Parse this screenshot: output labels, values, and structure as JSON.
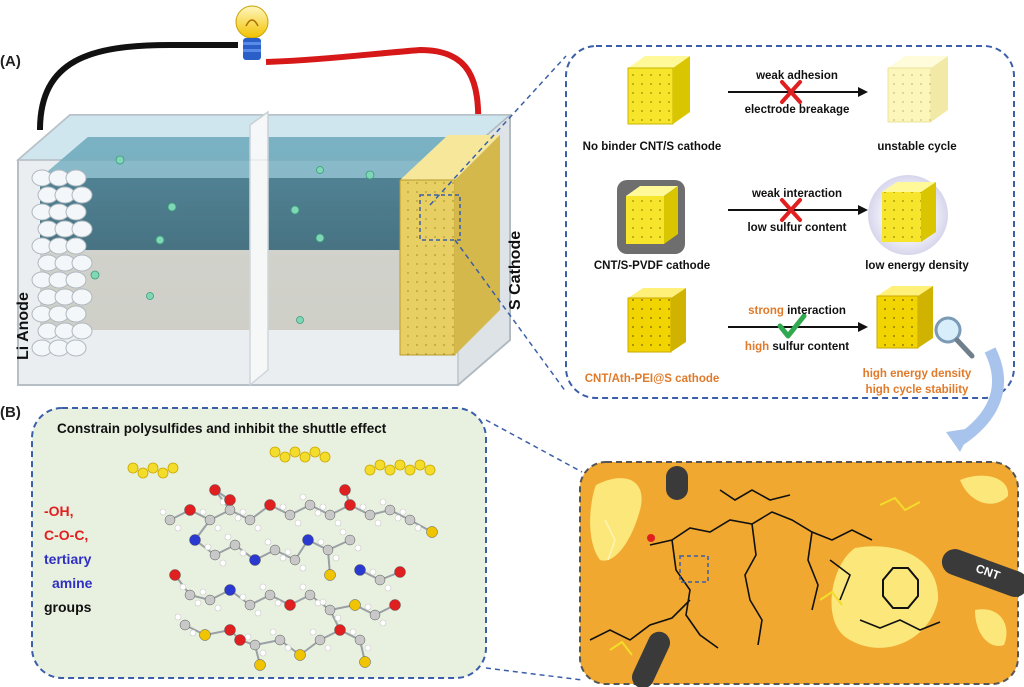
{
  "panels": {
    "a": "(A)",
    "b": "(B)"
  },
  "battery": {
    "anode_label": "Li Anode",
    "cathode_label": "S Cathode"
  },
  "rows": [
    {
      "top": "weak adhesion",
      "bottom": "electrode breakage",
      "left_caption": "No binder CNT/S cathode",
      "right_caption": "unstable cycle"
    },
    {
      "top": "weak interaction",
      "bottom": "low sulfur content",
      "left_caption": "CNT/S-PVDF cathode",
      "right_caption": "low energy density"
    },
    {
      "top_strong": "strong",
      "top_rest": " interaction",
      "bottom_high": "high",
      "bottom_rest": " sulfur content",
      "left_caption": "CNT/Ath-PEI@S cathode",
      "right_caption_1": "high energy density",
      "right_caption_2": "high cycle stability"
    }
  ],
  "panel_b": {
    "title": "Constrain polysulfides and inhibit the shuttle effect",
    "legend": {
      "oh": "-OH,",
      "coc": "C-O-C,",
      "tertiary": "tertiary",
      "amine": "amine",
      "groups": "groups"
    },
    "cnt_label": "CNT"
  },
  "colors": {
    "accent_orange": "#e07a2a",
    "red": "#e02020",
    "blue": "#3030c0",
    "sulfur": "#f1d400",
    "electrolyte": "#2f6478"
  }
}
